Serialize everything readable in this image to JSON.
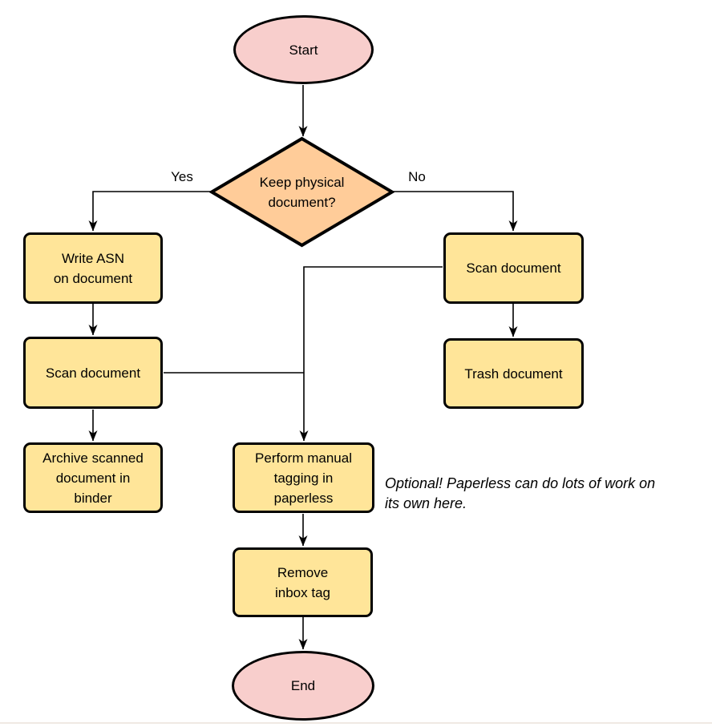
{
  "diagram": {
    "nodes": {
      "start": {
        "label": "Start"
      },
      "decision": {
        "lines": [
          "Keep physical",
          "document?"
        ]
      },
      "write_asn": {
        "lines": [
          "Write ASN",
          "on document"
        ]
      },
      "scan_left": {
        "label": "Scan document"
      },
      "archive": {
        "lines": [
          "Archive scanned",
          "document in",
          "binder"
        ]
      },
      "scan_right": {
        "label": "Scan document"
      },
      "trash": {
        "label": "Trash document"
      },
      "perform_tagging": {
        "lines": [
          "Perform manual",
          "tagging in",
          "paperless"
        ]
      },
      "remove_inbox": {
        "lines": [
          "Remove",
          "inbox tag"
        ]
      },
      "end": {
        "label": "End"
      }
    },
    "edge_labels": {
      "yes": "Yes",
      "no": "No"
    },
    "annotation": {
      "lines": [
        "Optional! Paperless can do lots of work on",
        "its own here."
      ]
    }
  },
  "colors": {
    "terminator-fill": "#f8cecc",
    "decision-fill": "#ffcc99",
    "process-fill": "#ffe599",
    "stroke": "#000000",
    "canvas-edge": "#f0e9e3"
  }
}
